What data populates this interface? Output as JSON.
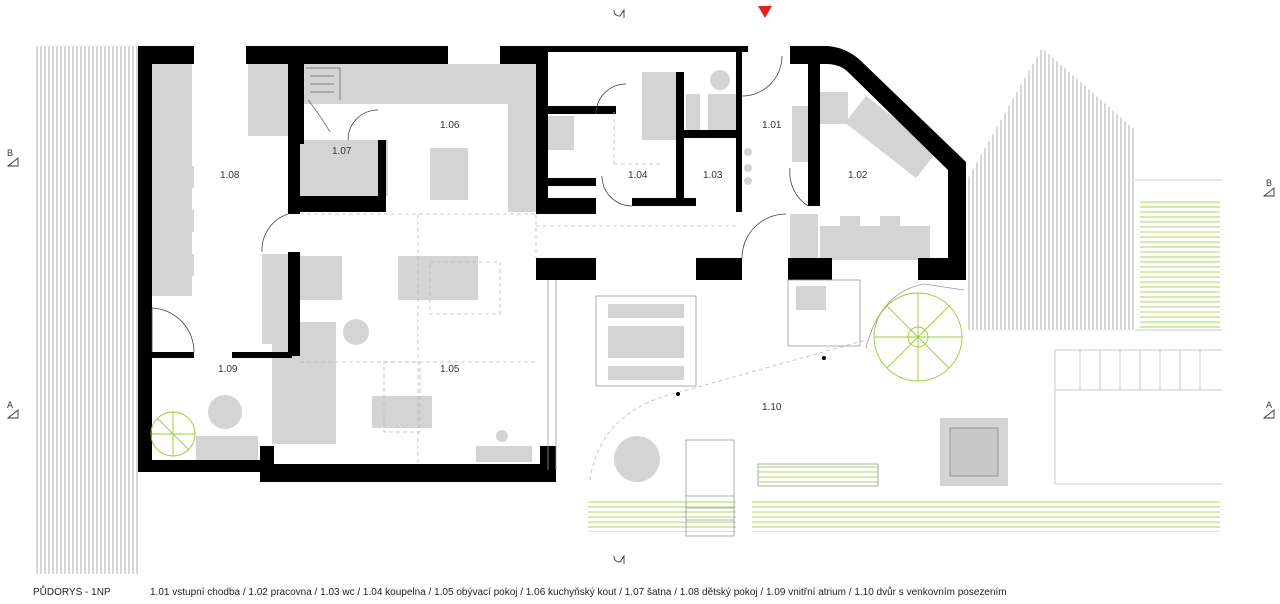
{
  "plan": {
    "title": "PŮDORYS - 1NP",
    "legend": "1.01 vstupní chodba / 1.02 pracovna / 1.03 wc / 1.04 koupelna / 1.05 obývací pokoj / 1.06 kuchyňský kout / 1.07 šatna / 1.08 dětský pokoj / 1.09 vnitřní atrium / 1.10 dvůr s venkovním posezením",
    "rooms": {
      "r101": "1.01",
      "r102": "1.02",
      "r103": "1.03",
      "r104": "1.04",
      "r105": "1.05",
      "r106": "1.06",
      "r107": "1.07",
      "r108": "1.08",
      "r109": "1.09",
      "r110": "1.10"
    },
    "sections": {
      "a": "A",
      "b": "B"
    },
    "colors": {
      "wall": "#000000",
      "furniture": "#d4d4d4",
      "greenery": "#9acd32",
      "entrance_marker": "#e2231a",
      "hatch": "#9a9a9a"
    },
    "icons": [
      "north-marker-icon",
      "entrance-marker-icon",
      "spiral-stair-icon",
      "tree-icon"
    ]
  }
}
